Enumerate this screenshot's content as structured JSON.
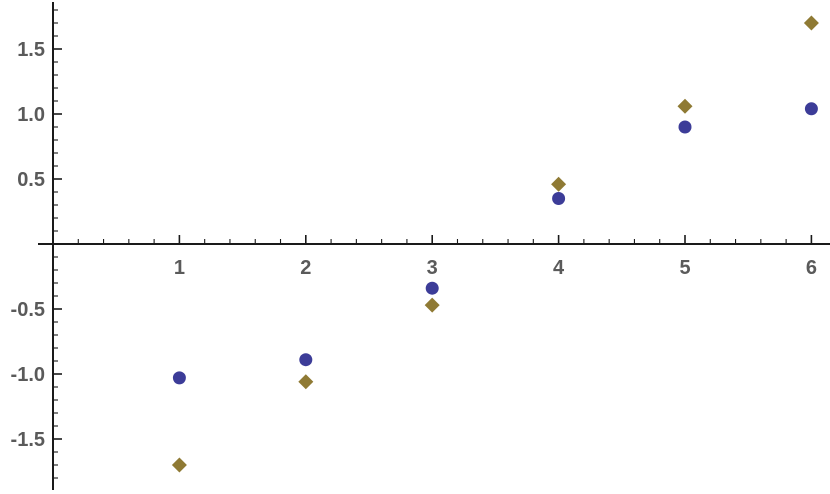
{
  "chart_data": {
    "type": "scatter",
    "title": "",
    "xlabel": "",
    "ylabel": "",
    "xlim": [
      0,
      6.15
    ],
    "ylim": [
      -1.87,
      1.86
    ],
    "x_ticks": [
      1,
      2,
      3,
      4,
      5,
      6
    ],
    "x_tick_labels": [
      "1",
      "2",
      "3",
      "4",
      "5",
      "6"
    ],
    "y_ticks": [
      -1.5,
      -1.0,
      -0.5,
      0.5,
      1.0,
      1.5
    ],
    "y_tick_labels": [
      "-1.5",
      "-1.0",
      "-0.5",
      "0.5",
      "1.0",
      "1.5"
    ],
    "grid": false,
    "legend": "none",
    "series": [
      {
        "marker": "circle",
        "color": "#3c3c98",
        "points": [
          {
            "x": 1,
            "y": -1.03
          },
          {
            "x": 2,
            "y": -0.89
          },
          {
            "x": 3,
            "y": -0.34
          },
          {
            "x": 4,
            "y": 0.35
          },
          {
            "x": 5,
            "y": 0.9
          },
          {
            "x": 6,
            "y": 1.04
          }
        ]
      },
      {
        "marker": "diamond",
        "color": "#8f7a34",
        "points": [
          {
            "x": 1,
            "y": -1.7
          },
          {
            "x": 2,
            "y": -1.06
          },
          {
            "x": 3,
            "y": -0.47
          },
          {
            "x": 4,
            "y": 0.46
          },
          {
            "x": 5,
            "y": 1.06
          },
          {
            "x": 6,
            "y": 1.7
          }
        ]
      }
    ]
  }
}
